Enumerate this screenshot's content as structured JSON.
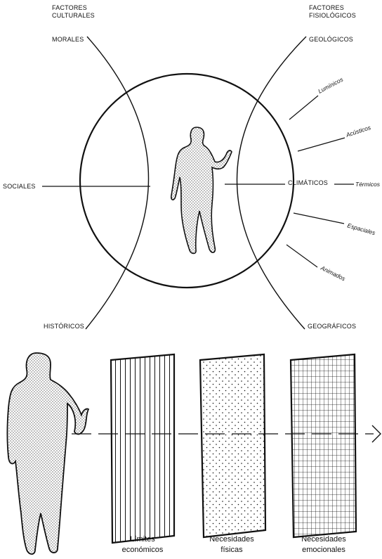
{
  "header": {
    "left_group": [
      "FACTORES",
      "CULTURALES"
    ],
    "right_group": [
      "FACTORES",
      "FISIOLÓGICOS"
    ]
  },
  "cultural_factors": {
    "morales": "MORALES",
    "sociales": "SOCIALES",
    "historicos": "HISTÓRICOS"
  },
  "physiological_factors": {
    "geologicos": "GEOLÓGICOS",
    "climaticos": "CLIMÁTICOS",
    "geograficos": "GEOGRÁFICOS",
    "luminicos": "Lumínicos",
    "acusticos": "Acústicos",
    "termicos": "Térmicos",
    "espaciales": "Espaciales",
    "animados": "Animados"
  },
  "filters": [
    {
      "line1": "Límites",
      "line2": "económicos",
      "pattern": "vertical-lines"
    },
    {
      "line1": "Necesidades",
      "line2": "físicas",
      "pattern": "dots"
    },
    {
      "line1": "Necesidades",
      "line2": "emocionales",
      "pattern": "grid"
    }
  ],
  "colors": {
    "ink": "#111111",
    "background": "#ffffff"
  }
}
